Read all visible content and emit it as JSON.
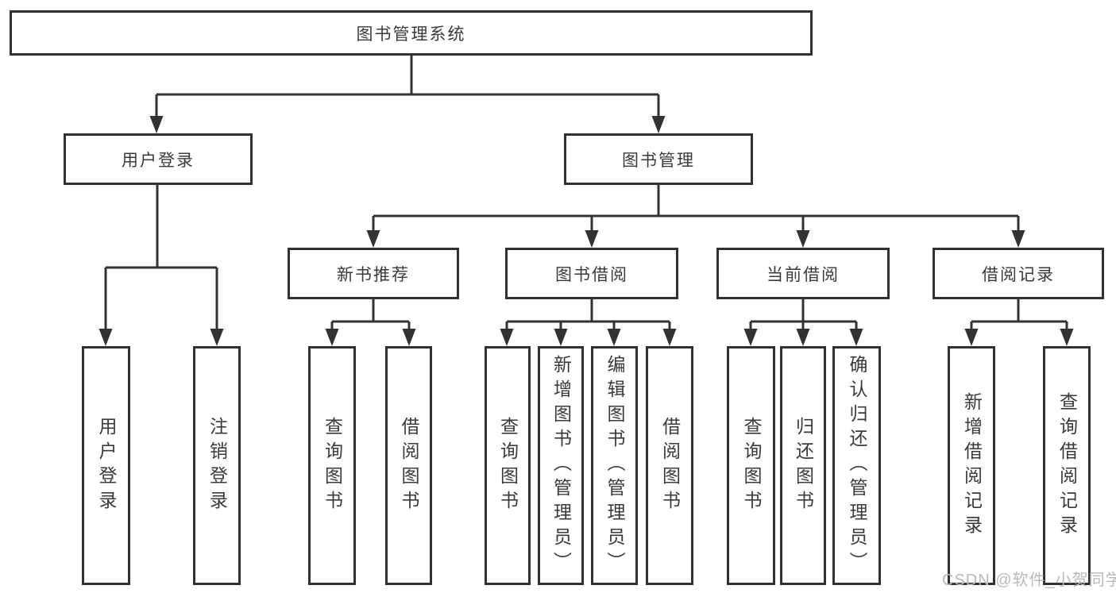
{
  "diagram_title": "图书管理系统",
  "watermark": "CSDN @软件_小贺同学",
  "colors": {
    "line": "#333333",
    "border": "#313131",
    "text": "#3a3a3a",
    "watermark": "#b9b9b9",
    "background": "#ffffff"
  },
  "nodes": {
    "root": "图书管理系统",
    "user_login": "用户登录",
    "book_mgmt": "图书管理",
    "new_book_rec": "新书推荐",
    "book_borrow": "图书借阅",
    "current_borrow": "当前借阅",
    "borrow_record": "借阅记录",
    "ul_login": "用户登录",
    "ul_logout": "注销登录",
    "nbr_query": "查询图书",
    "nbr_borrow": "借阅图书",
    "bb_query": "查询图书",
    "bb_add": "新增图书（管理员）",
    "bb_edit": "编辑图书（管理员）",
    "bb_borrow": "借阅图书",
    "cb_query": "查询图书",
    "cb_return": "归还图书",
    "cb_confirm": "确认归还（管理员）",
    "br_add": "新增借阅记录",
    "br_query": "查询借阅记录"
  },
  "hierarchy": {
    "图书管理系统": {
      "用户登录": [
        "用户登录",
        "注销登录"
      ],
      "图书管理": {
        "新书推荐": [
          "查询图书",
          "借阅图书"
        ],
        "图书借阅": [
          "查询图书",
          "新增图书（管理员）",
          "编辑图书（管理员）",
          "借阅图书"
        ],
        "当前借阅": [
          "查询图书",
          "归还图书",
          "确认归还（管理员）"
        ],
        "借阅记录": [
          "新增借阅记录",
          "查询借阅记录"
        ]
      }
    }
  }
}
